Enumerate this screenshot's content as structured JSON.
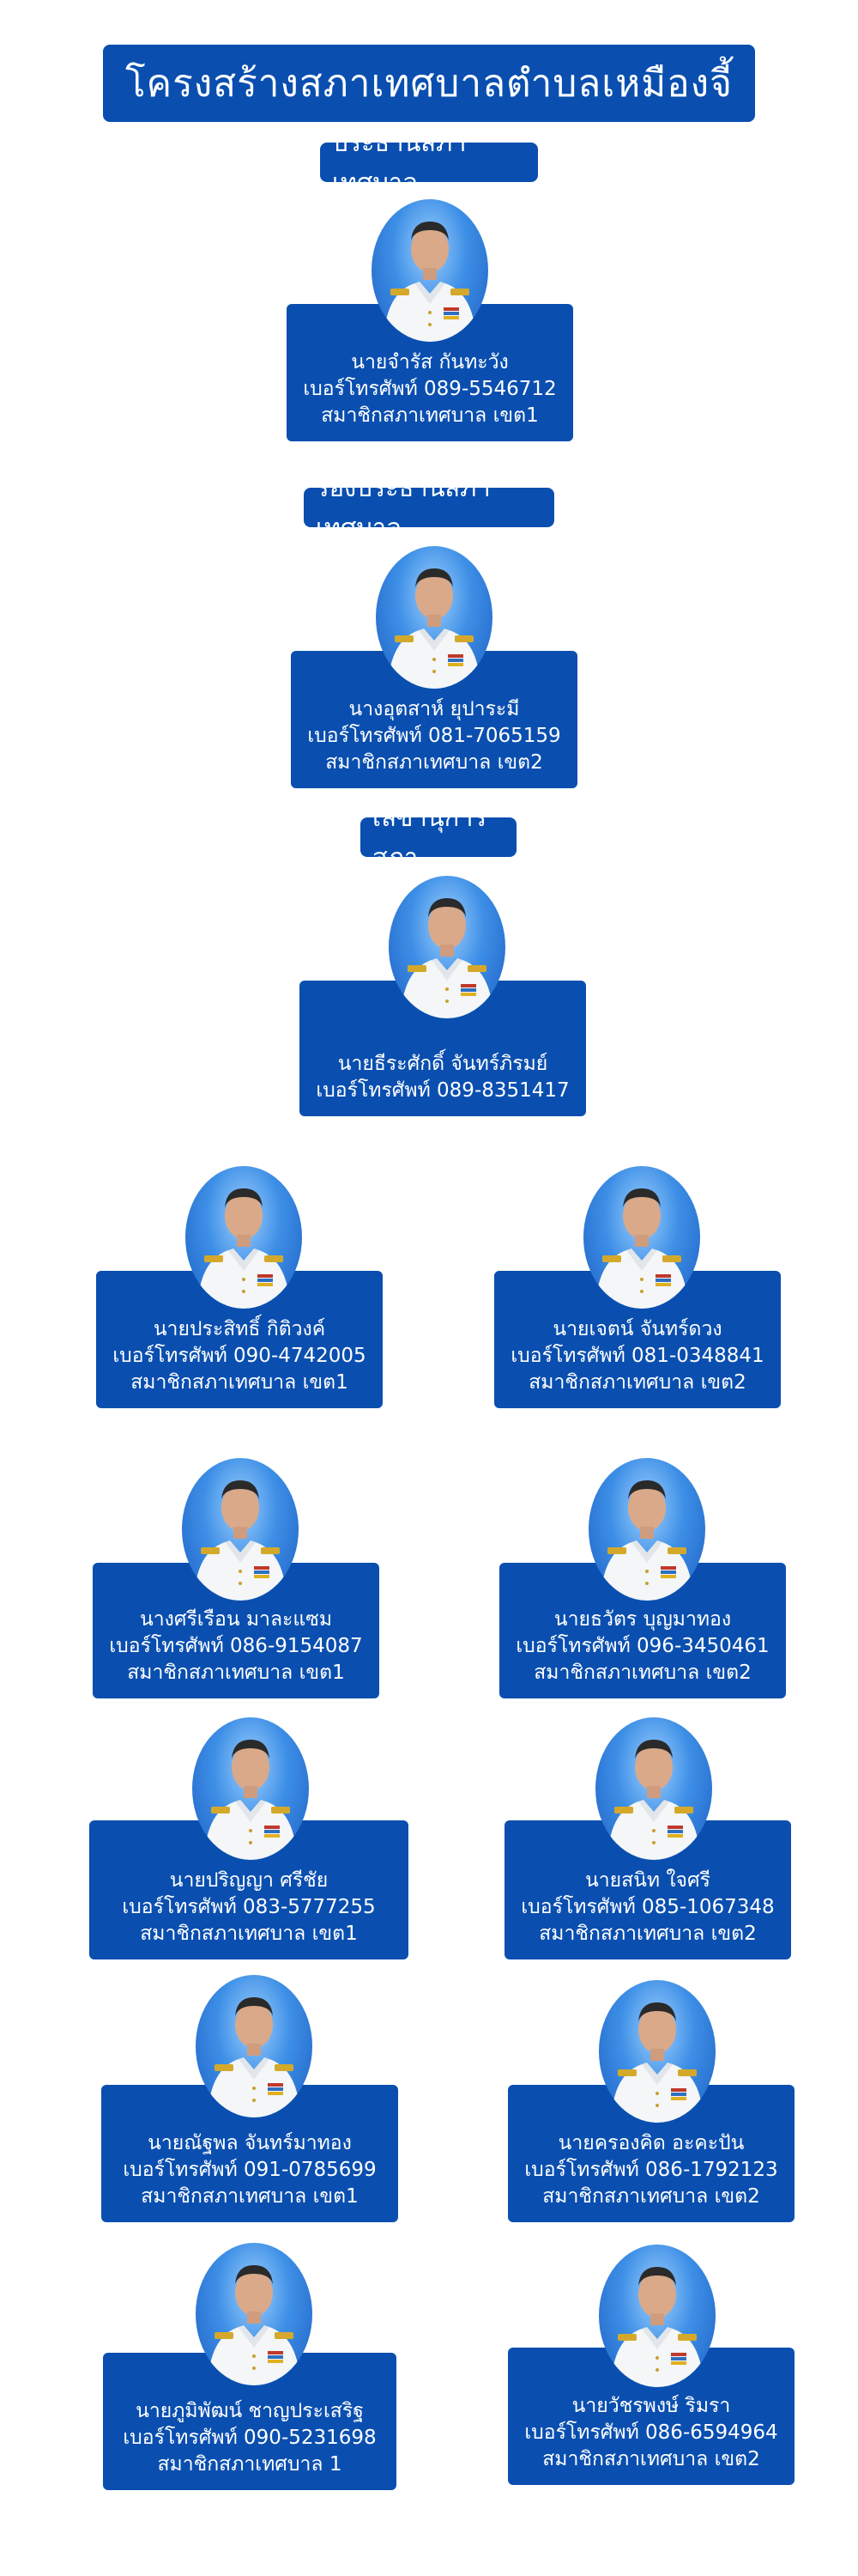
{
  "title": "โครงสร้างสภาเทศบาลตำบลเหมืองจี้",
  "sections": {
    "president": "ประธานสภาเทศบาล",
    "vice_president": "รองประธานสภาเทศบาล",
    "secretary": "เลขานุการสภา"
  },
  "members": [
    {
      "name": "นายจำรัส กันทะวัง",
      "phone": "เบอร์โทรศัพท์ 089-5546712",
      "role": "สมาชิกสภาเทศบาล เขต1"
    },
    {
      "name": "นางอุตสาห์ ยุปาระมี",
      "phone": "เบอร์โทรศัพท์ 081-7065159",
      "role": "สมาชิกสภาเทศบาล เขต2"
    },
    {
      "name": "นายธีระศักดิ์ จันทร์ภิรมย์",
      "phone": "เบอร์โทรศัพท์ 089-8351417",
      "role": ""
    },
    {
      "name": "นายประสิทธิ์  กิติวงค์",
      "phone": "เบอร์โทรศัพท์ 090-4742005",
      "role": "สมาชิกสภาเทศบาล เขต1"
    },
    {
      "name": "นายเจตน์ จันทร์ดวง",
      "phone": "เบอร์โทรศัพท์ 081-0348841",
      "role": "สมาชิกสภาเทศบาล เขต2"
    },
    {
      "name": "นางศรีเรือน มาละแซม",
      "phone": "เบอร์โทรศัพท์ 086-9154087",
      "role": "สมาชิกสภาเทศบาล เขต1"
    },
    {
      "name": "นายธวัตร บุญมาทอง",
      "phone": "เบอร์โทรศัพท์ 096-3450461",
      "role": "สมาชิกสภาเทศบาล เขต2"
    },
    {
      "name": "นายปริญญา ศรีชัย",
      "phone": "เบอร์โทรศัพท์ 083-5777255",
      "role": "สมาชิกสภาเทศบาล เขต1"
    },
    {
      "name": "นายสนิท ใจศรี",
      "phone": "เบอร์โทรศัพท์ 085-1067348",
      "role": "สมาชิกสภาเทศบาล เขต2"
    },
    {
      "name": "นายณัฐพล  จันทร์มาทอง",
      "phone": "เบอร์โทรศัพท์ 091-0785699",
      "role": "สมาชิกสภาเทศบาล เขต1"
    },
    {
      "name": "นายครองคิด อะคะปัน",
      "phone": "เบอร์โทรศัพท์ 086-1792123",
      "role": "สมาชิกสภาเทศบาล เขต2"
    },
    {
      "name": "นายภูมิพัฒน์  ชาญประเสริฐ",
      "phone": "เบอร์โทรศัพท์ 090-5231698",
      "role": "สมาชิกสภาเทศบาล 1"
    },
    {
      "name": "นายวัชรพงษ์ ริมรา",
      "phone": "เบอร์โทรศัพท์ 086-6594964",
      "role": "สมาชิกสภาเทศบาล เขต2"
    }
  ]
}
